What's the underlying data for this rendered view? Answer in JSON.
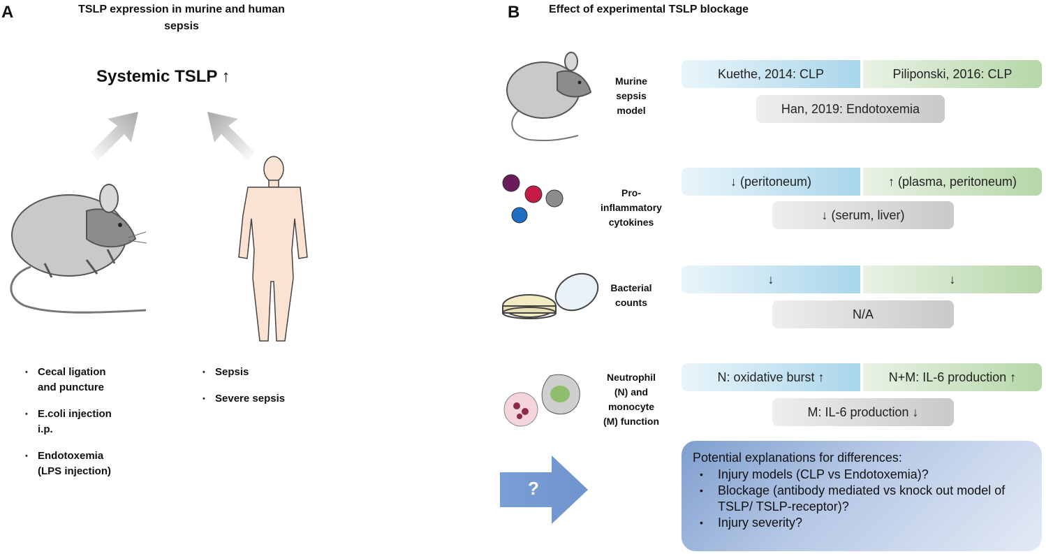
{
  "panelA": {
    "letter": "A",
    "title_line1": "TSLP expression in murine and human",
    "title_line2": "sepsis",
    "heading": "Systemic TSLP ↑",
    "mouse_bullets": [
      "Cecal ligation\nand puncture",
      "E.coli injection\ni.p.",
      "Endotoxemia\n(LPS injection)"
    ],
    "human_bullets": [
      "Sepsis",
      "Severe sepsis"
    ]
  },
  "panelB": {
    "letter": "B",
    "title": "Effect of experimental TSLP blockage",
    "rows": [
      {
        "label": "Murine\nsepsis\nmodel",
        "blue": "Kuethe, 2014: CLP",
        "green": "Piliponski, 2016: CLP",
        "gray": "Han, 2019: Endotoxemia"
      },
      {
        "label": "Pro-\ninflammatory\ncytokines",
        "blue": "↓ (peritoneum)",
        "green": "↑ (plasma, peritoneum)",
        "gray": "↓ (serum, liver)"
      },
      {
        "label": "Bacterial\ncounts",
        "blue": "↓",
        "green": "↓",
        "gray": "N/A"
      },
      {
        "label": "Neutrophil\n(N) and\nmonocyte\n(M) function",
        "blue": "N: oxidative burst ↑",
        "green": "N+M: IL-6 production ↑",
        "gray": "M: IL-6 production ↓"
      }
    ],
    "question_mark": "?",
    "explanations_title": "Potential explanations for differences:",
    "explanations": [
      "Injury models (CLP vs Endotoxemia)?",
      "Blockage (antibody mediated vs knock out model of TSLP/ TSLP-receptor)?",
      "Injury severity?"
    ]
  }
}
